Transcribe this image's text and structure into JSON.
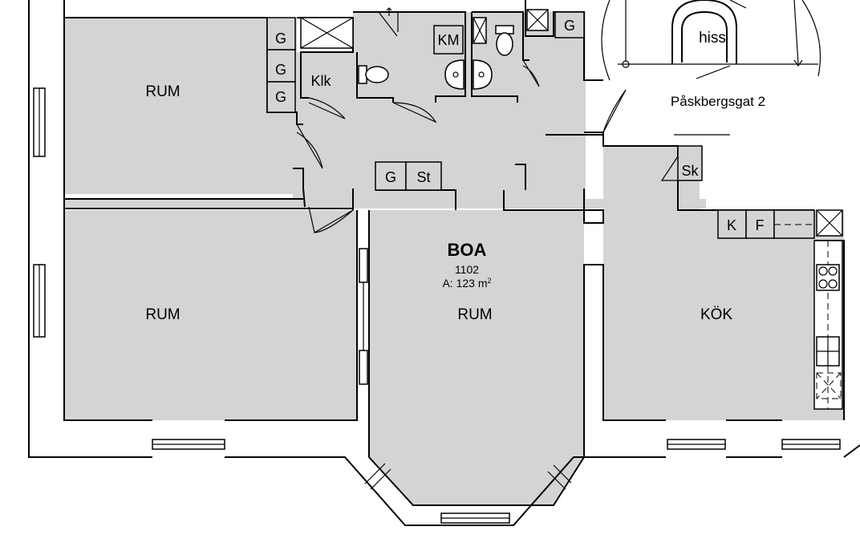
{
  "unit": {
    "name": "BOA",
    "number": "1102",
    "area_prefix": "A: 123 m",
    "area_sup": "2"
  },
  "rooms": {
    "rum_top_left": "RUM",
    "rum_bottom_left": "RUM",
    "rum_center": "RUM",
    "kok": "KÖK"
  },
  "labels": {
    "g1": "G",
    "g2": "G",
    "g3": "G",
    "klk": "Klk",
    "km": "KM",
    "g_top": "G",
    "hiss": "hiss",
    "address": "Påskbergsgat 2",
    "sk": "Sk",
    "g_hall": "G",
    "st": "St",
    "k": "K",
    "f": "F"
  },
  "icons": {
    "toilet": "toilet-icon",
    "sink": "sink-icon",
    "stove": "stove-icon",
    "shaft": "shaft-cross-icon",
    "window": "window-icon",
    "door": "door-swing-icon"
  }
}
